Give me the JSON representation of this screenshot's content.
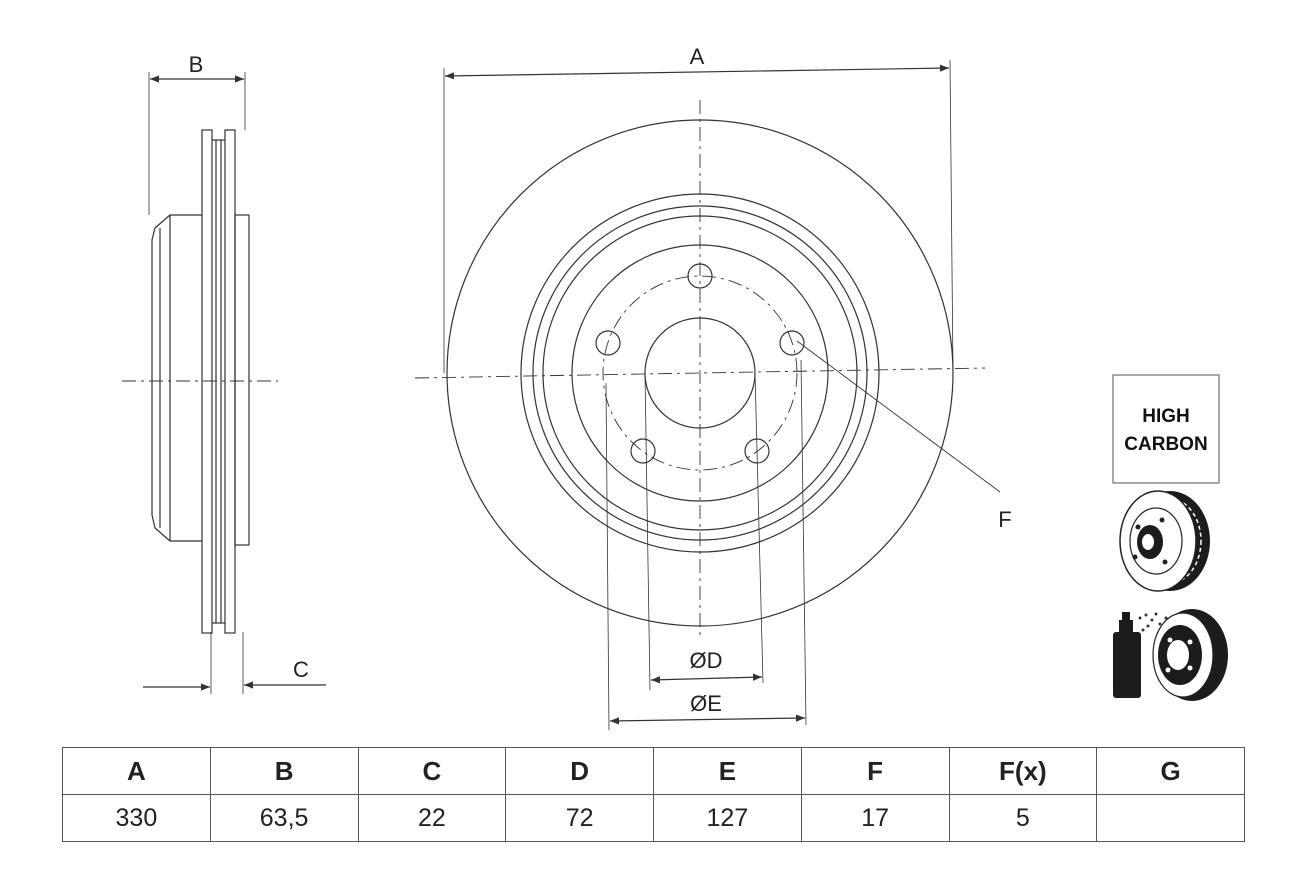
{
  "dimension_labels": {
    "A": "A",
    "B": "B",
    "C": "C",
    "D": "ØD",
    "E": "ØE",
    "F": "F"
  },
  "badge": {
    "line1": "HIGH",
    "line2": "CARBON"
  },
  "table": {
    "headers": [
      "A",
      "B",
      "C",
      "D",
      "E",
      "F",
      "F(x)",
      "G"
    ],
    "values": [
      "330",
      "63,5",
      "22",
      "72",
      "127",
      "17",
      "5",
      ""
    ]
  },
  "icons": {
    "vented_disc": "vented-disc-icon",
    "coating": "coated-disc-spray-icon"
  }
}
